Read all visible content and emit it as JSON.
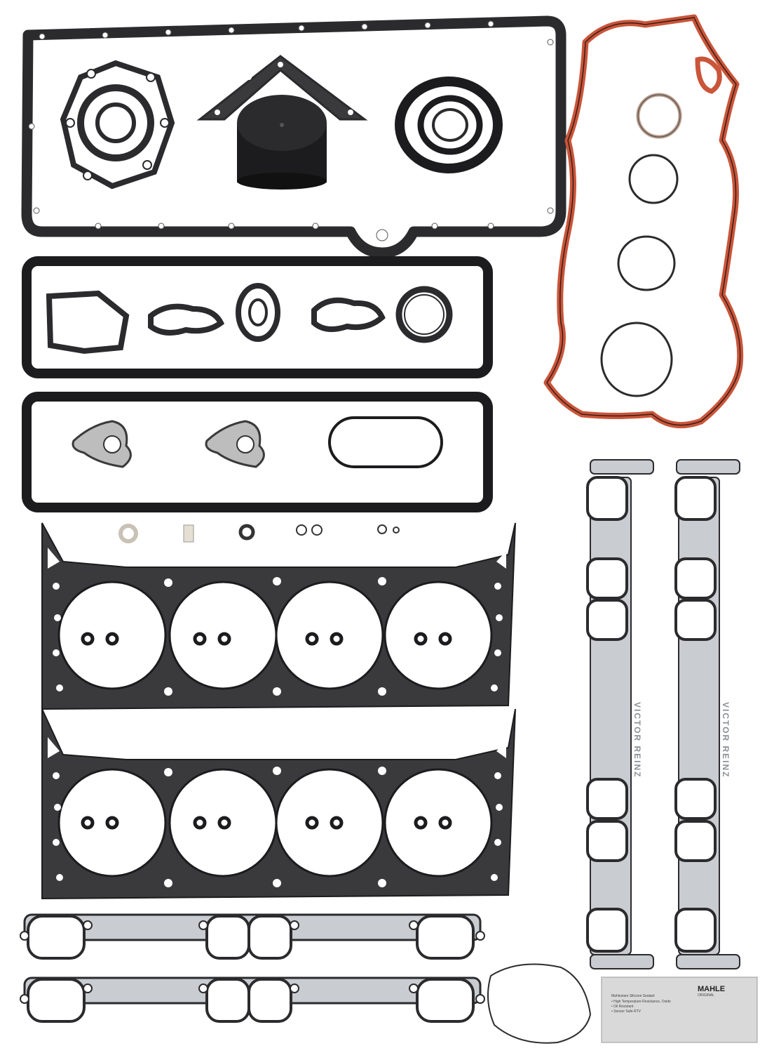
{
  "product": {
    "colors": {
      "gasket_dark": "#2b2b2e",
      "gasket_gray": "#c9ccd0",
      "cover_orange": "#c9553a",
      "mls_sheet": "#3a3a3d",
      "background": "#ffffff"
    },
    "intake_imprint_left": "VICTOR REINZ",
    "intake_imprint_right": "VICTOR REINZ",
    "sealant_packet": {
      "brand": "MAHLE",
      "brand_sub": "ORIGINAL",
      "title": "Mahlestam Silicone Sealant",
      "line1": "• High Temperature Resistance, Oxide",
      "line2": "• Oil Resistant",
      "line3": "• Sensor Safe RTV"
    }
  }
}
